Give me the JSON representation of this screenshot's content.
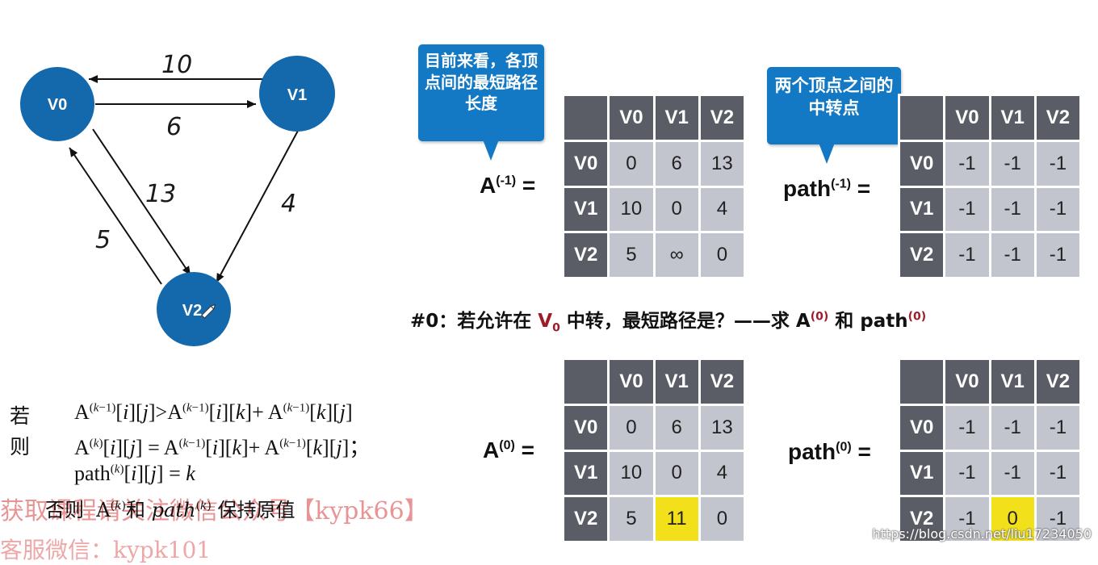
{
  "graph": {
    "nodes": [
      {
        "id": "v0",
        "label": "V0"
      },
      {
        "id": "v1",
        "label": "V1"
      },
      {
        "id": "v2",
        "label": "V2"
      }
    ],
    "edges": [
      {
        "from": "V1",
        "to": "V0",
        "weight": "10"
      },
      {
        "from": "V0",
        "to": "V1",
        "weight": "6"
      },
      {
        "from": "V0",
        "to": "V2",
        "weight": "13"
      },
      {
        "from": "V2",
        "to": "V0",
        "weight": "5"
      },
      {
        "from": "V1",
        "to": "V2",
        "weight": "4"
      }
    ],
    "node_color": "#1469ad"
  },
  "callouts": {
    "a": "目前来看，各顶点间的最短路径长度",
    "path": "两个顶点之间的中转点"
  },
  "labels": {
    "A_init": {
      "base": "A",
      "sup": "(-1)",
      "eq": "="
    },
    "path_init": {
      "base": "path",
      "sup": "(-1)",
      "eq": "="
    },
    "A_0": {
      "base": "A",
      "sup": "(0)",
      "eq": "="
    },
    "path_0": {
      "base": "path",
      "sup": "(0)",
      "eq": "="
    }
  },
  "step": {
    "prefix": "#0：若允许在",
    "vertex": "V",
    "vertex_sub": "0",
    "middle": "中转，最短路径是？——求",
    "a": "A",
    "a_sup": "(0)",
    "and": "和",
    "path": "path",
    "path_sup": "(0)"
  },
  "matrix_headers": [
    "V0",
    "V1",
    "V2"
  ],
  "matrices": {
    "A_init": [
      [
        "0",
        "6",
        "13"
      ],
      [
        "10",
        "0",
        "4"
      ],
      [
        "5",
        "∞",
        "0"
      ]
    ],
    "path_init": [
      [
        "-1",
        "-1",
        "-1"
      ],
      [
        "-1",
        "-1",
        "-1"
      ],
      [
        "-1",
        "-1",
        "-1"
      ]
    ],
    "A_0": [
      [
        "0",
        "6",
        "13"
      ],
      [
        "10",
        "0",
        "4"
      ],
      [
        "5",
        "11",
        "0"
      ]
    ],
    "path_0": [
      [
        "-1",
        "-1",
        "-1"
      ],
      [
        "-1",
        "-1",
        "-1"
      ],
      [
        "-1",
        "0",
        "-1"
      ]
    ]
  },
  "highlight_color": "#f2e11a",
  "rule": {
    "if": "若",
    "then": "则",
    "otherwise": "否则",
    "keep": "保持原值"
  },
  "watermark": {
    "line1": "获取课程请关注微信公众号【kypk66】",
    "line2": "客服微信：kypk101"
  },
  "url": "https://blog.csdn.net/liu17234050"
}
